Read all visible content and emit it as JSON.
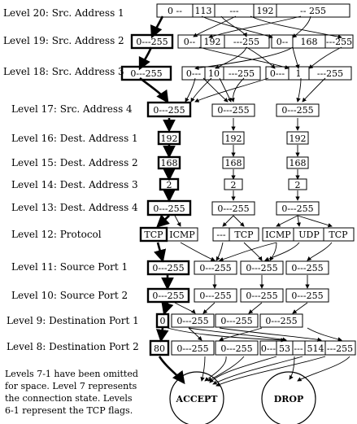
{
  "levels": [
    {
      "level": 20,
      "label": "Level 20: Src. Address 1",
      "rows": [
        [
          "0 --",
          "113",
          "---",
          "192",
          "-- 255"
        ]
      ]
    },
    {
      "level": 19,
      "label": "Level 19: Src. Address 2",
      "rows": [
        [
          "0---255"
        ],
        [
          "0--",
          "192",
          "---255"
        ],
        [
          "0--",
          "168",
          "---255"
        ]
      ]
    },
    {
      "level": 18,
      "label": "Level 18: Src. Address 3",
      "rows": [
        [
          "0---255"
        ],
        [
          "0---",
          "10",
          "---255"
        ],
        [
          "0---",
          "1",
          "---255"
        ]
      ]
    },
    {
      "level": 17,
      "label": "Level 17: Src. Address 4",
      "rows": [
        [
          "0---255"
        ],
        [
          "0---255"
        ],
        [
          "0---255"
        ]
      ]
    },
    {
      "level": 16,
      "label": "Level 16: Dest. Address 1",
      "rows": [
        [
          "192"
        ],
        [
          "192"
        ],
        [
          "192"
        ]
      ]
    },
    {
      "level": 15,
      "label": "Level 15: Dest. Address 2",
      "rows": [
        [
          "168"
        ],
        [
          "168"
        ],
        [
          "168"
        ]
      ]
    },
    {
      "level": 14,
      "label": "Level 14: Dest. Address 3",
      "rows": [
        [
          "2"
        ],
        [
          "2"
        ],
        [
          "2"
        ]
      ]
    },
    {
      "level": 13,
      "label": "Level 13: Dest. Address 4",
      "rows": [
        [
          "0---255"
        ],
        [
          "0---255"
        ],
        [
          "0---255"
        ]
      ]
    },
    {
      "level": 12,
      "label": "Level 12: Protocol",
      "rows": [
        [
          "TCP",
          "ICMP"
        ],
        [
          "---",
          "TCP"
        ],
        [
          "ICMP",
          "UDP",
          "TCP"
        ]
      ]
    },
    {
      "level": 11,
      "label": "Level 11: Source Port 1",
      "rows": [
        [
          "0---255"
        ],
        [
          "0---255"
        ],
        [
          "0---255"
        ],
        [
          "0---255"
        ]
      ]
    },
    {
      "level": 10,
      "label": "Level 10: Source Port 2",
      "rows": [
        [
          "0---255"
        ],
        [
          "0---255"
        ],
        [
          "0---255"
        ],
        [
          "0---255"
        ]
      ]
    },
    {
      "level": 9,
      "label": "Level 9: Destination Port 1",
      "rows": [
        [
          "0"
        ],
        [
          "0---255"
        ],
        [
          "0---255"
        ],
        [
          "0---255"
        ]
      ]
    },
    {
      "level": 8,
      "label": "Level 8: Destination Port 2",
      "rows": [
        [
          "80"
        ],
        [
          "0---255"
        ],
        [
          "0---255"
        ],
        [
          "0---",
          "53",
          "---",
          "514",
          "---255"
        ]
      ]
    }
  ],
  "note": [
    "Levels 7-1 have been omitted",
    "for space.  Level 7 represents",
    "the connection state.  Levels",
    "6-1 represent the TCP flags."
  ],
  "terminals": {
    "accept": "ACCEPT",
    "drop": "DROP"
  }
}
